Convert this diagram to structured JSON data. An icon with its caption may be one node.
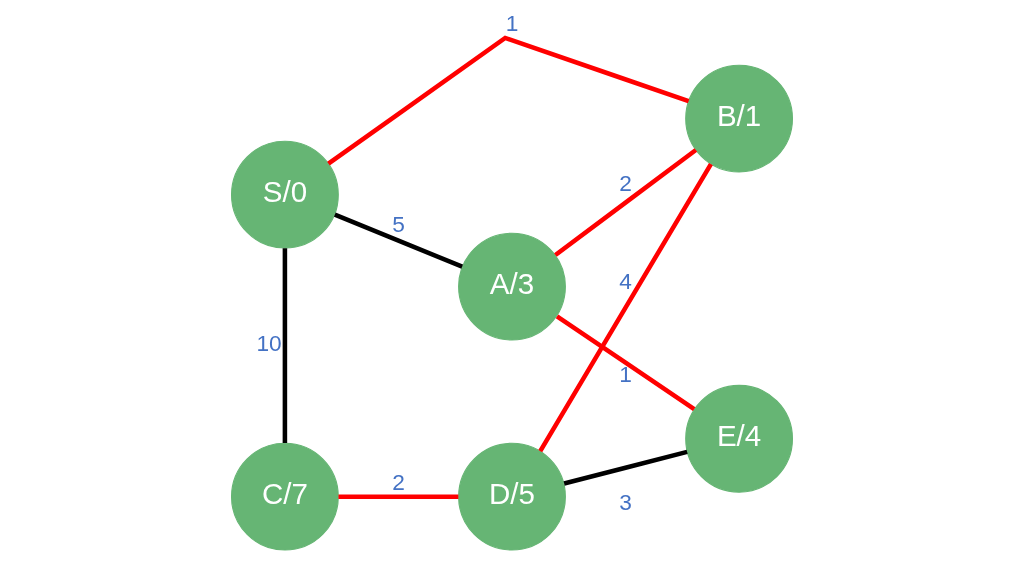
{
  "diagram": {
    "nodes": [
      {
        "text": [
          "S/0"
        ]
      },
      {
        "text": [
          "A/3"
        ]
      },
      {
        "text": [
          "B/1"
        ]
      },
      {
        "text": [
          "E/4"
        ]
      },
      {
        "text": [
          "C/7"
        ]
      },
      {
        "text": [
          "D/5"
        ]
      }
    ],
    "edges": [
      {
        "from": 0,
        "to": 1,
        "arrow": "none",
        "label": "5",
        "color": "#000000"
      },
      {
        "from": 0,
        "to": 2,
        "arrow": "none",
        "label": "1"
      },
      {
        "from": 0,
        "to": 4,
        "arrow": "none",
        "label": "10",
        "color": "#000000"
      },
      {
        "from": 1,
        "to": 2,
        "arrow": "none",
        "label": "2"
      },
      {
        "from": 1,
        "to": 3,
        "arrow": "none",
        "label": "1"
      },
      {
        "from": 2,
        "to": 5,
        "arrow": "none",
        "label": "4"
      },
      {
        "from": 4,
        "to": 5,
        "arrow": "none",
        "label": "2"
      },
      {
        "from": 5,
        "to": 3,
        "arrow": "none",
        "label": "3",
        "color": "#000000"
      }
    ]
  }
}
